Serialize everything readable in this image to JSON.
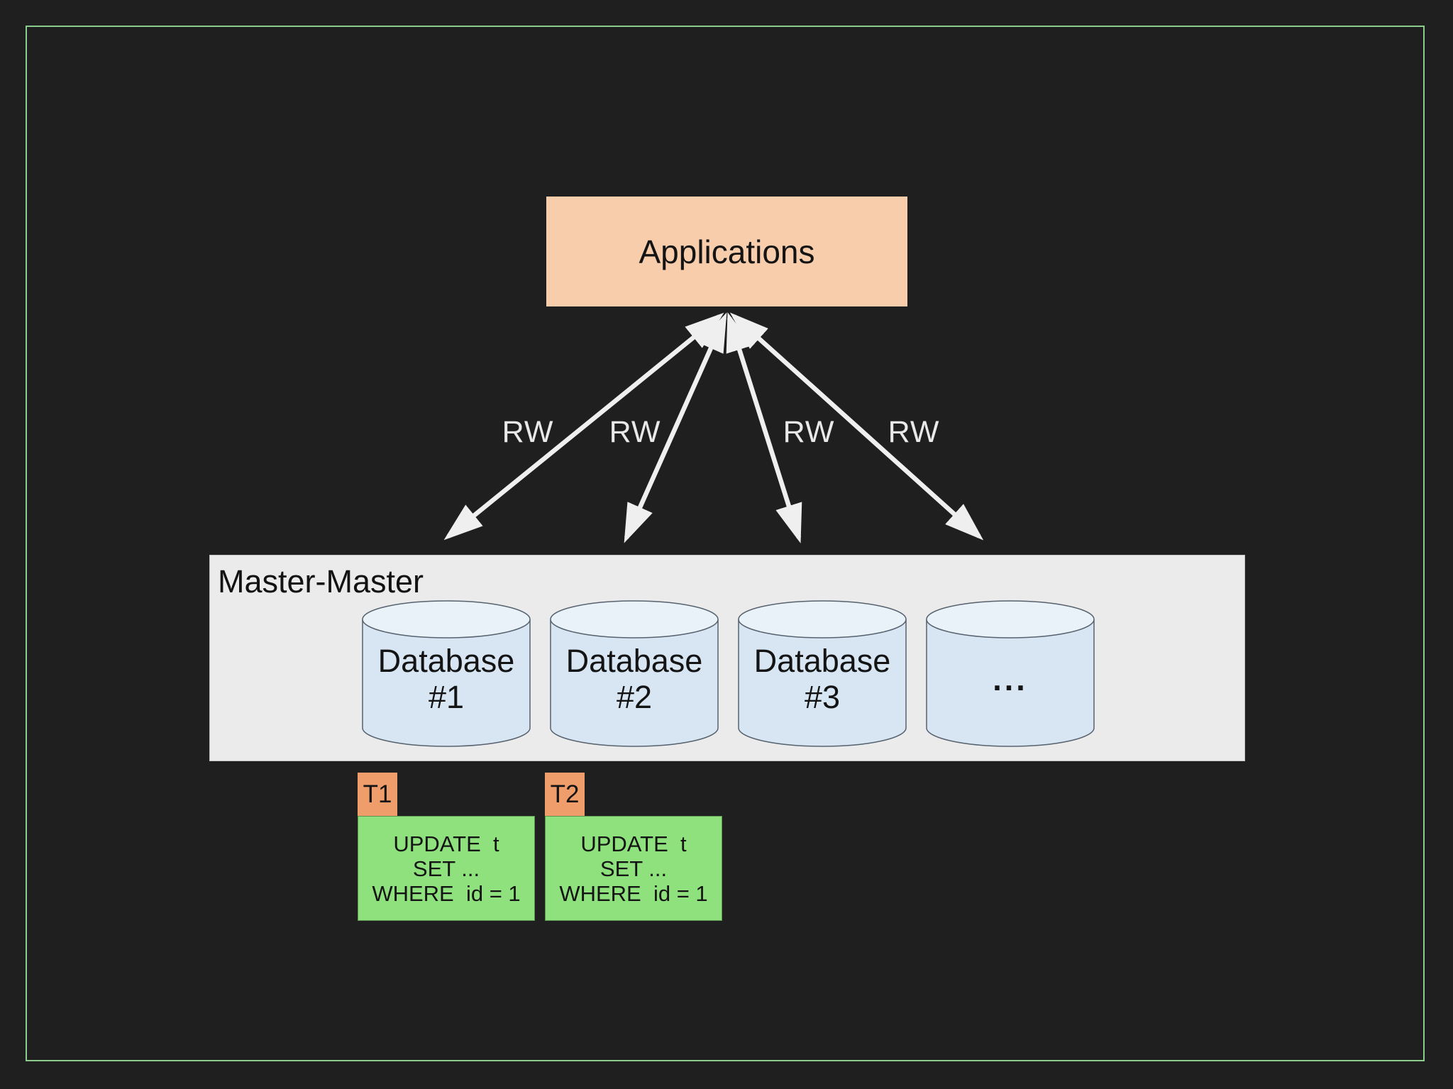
{
  "diagram": {
    "applications_label": "Applications",
    "rw_labels": [
      "RW",
      "RW",
      "RW",
      "RW"
    ],
    "master": {
      "title": "Master-Master",
      "databases": [
        {
          "name": "Database",
          "number": "#1"
        },
        {
          "name": "Database",
          "number": "#2"
        },
        {
          "name": "Database",
          "number": "#3"
        },
        {
          "name": "...",
          "number": ""
        }
      ]
    },
    "transactions": [
      {
        "tag": "T1",
        "sql_lines": [
          "UPDATE  t",
          "SET ...",
          "WHERE  id = 1"
        ]
      },
      {
        "tag": "T2",
        "sql_lines": [
          "UPDATE  t",
          "SET ...",
          "WHERE  id = 1"
        ]
      }
    ],
    "colors": {
      "background": "#201f1f",
      "frame_green": "#8ccd8e",
      "applications_fill": "#f8cdab",
      "master_fill": "#ebebeb",
      "database_body_fill": "#d8e6f4",
      "database_top_fill": "#e9f1f9",
      "database_stroke": "#56626e",
      "tag_fill": "#f09d6c",
      "sql_fill": "#8ee17d",
      "arrow_white": "#efefef",
      "text_black": "#141414"
    }
  }
}
